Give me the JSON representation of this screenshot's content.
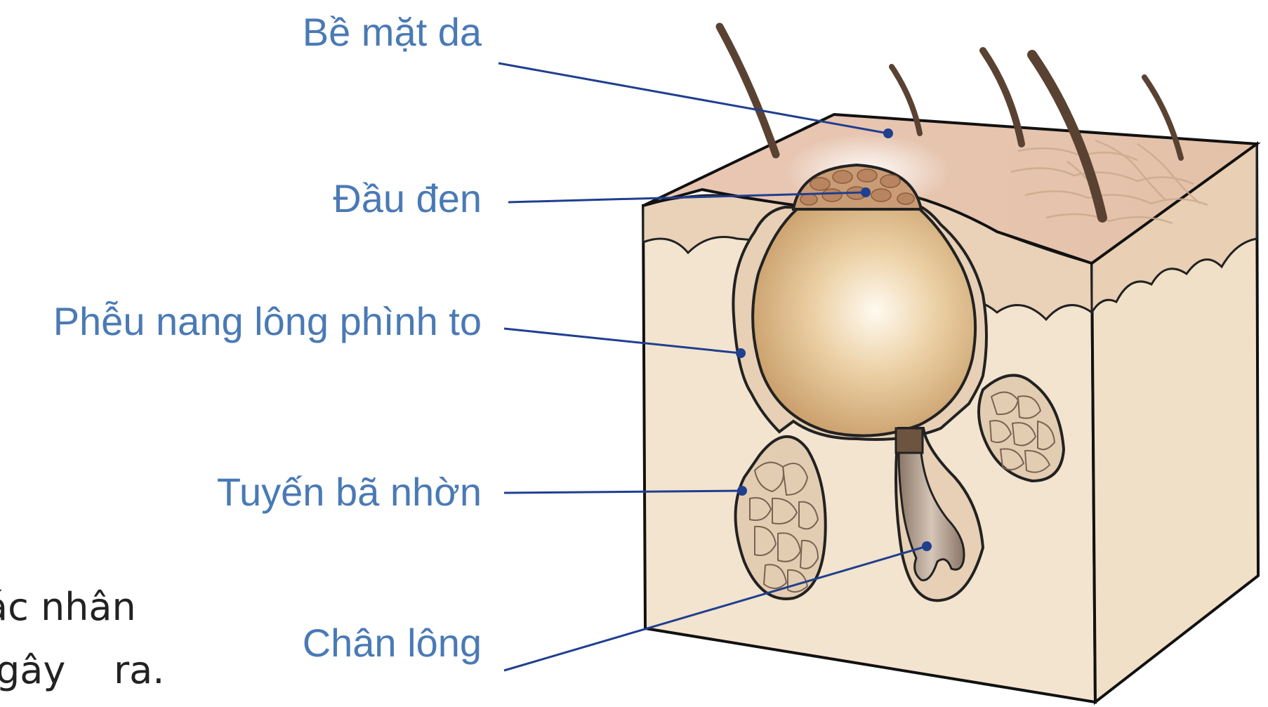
{
  "labels": {
    "skin_surface": "Bề mặt da",
    "blackhead": "Đầu đen",
    "enlarged_follicle_funnel": "Phễu nang lông phình to",
    "sebaceous_gland": "Tuyến bã nhờn",
    "hair_root": "Chân lông"
  },
  "body_text": {
    "line1": "ác nhân",
    "line2": "gây    ra."
  },
  "colors": {
    "label": "#4a7ab5",
    "leader_line": "#1f3f8f",
    "skin_fill": "#f3e4cf",
    "skin_top": "#e8cbb4",
    "dermis_layer": "#ead2b8",
    "follicle_fill": "#dcb98c",
    "hair": "#5a4232",
    "outline": "#111111"
  },
  "icons": {
    "hair": "hair-strand-icon"
  }
}
